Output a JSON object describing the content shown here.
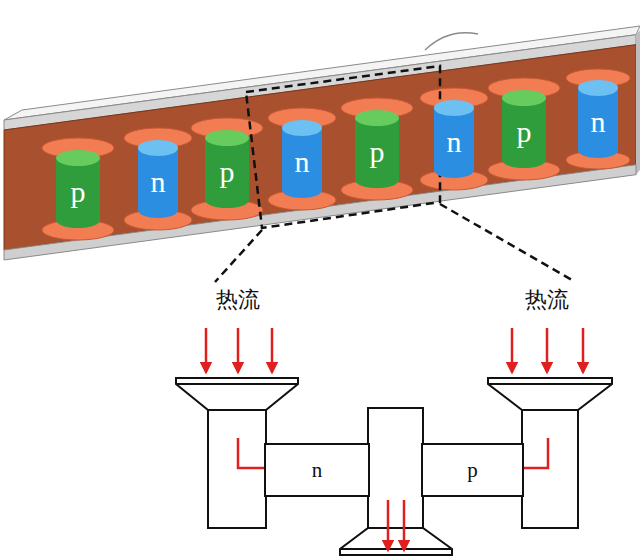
{
  "diagram": {
    "nodes": [
      {
        "text": [
          "p"
        ]
      },
      {
        "text": [
          "n"
        ]
      },
      {
        "text": [
          "p"
        ]
      },
      {
        "text": [
          "n"
        ]
      },
      {
        "text": [
          "p"
        ]
      },
      {
        "text": [
          "n"
        ]
      },
      {
        "text": [
          "p"
        ]
      },
      {
        "text": [
          "n"
        ]
      },
      {
        "text": [
          "n"
        ]
      },
      {
        "text": [
          "p"
        ]
      }
    ],
    "labels": [
      "热流",
      "热流"
    ]
  }
}
